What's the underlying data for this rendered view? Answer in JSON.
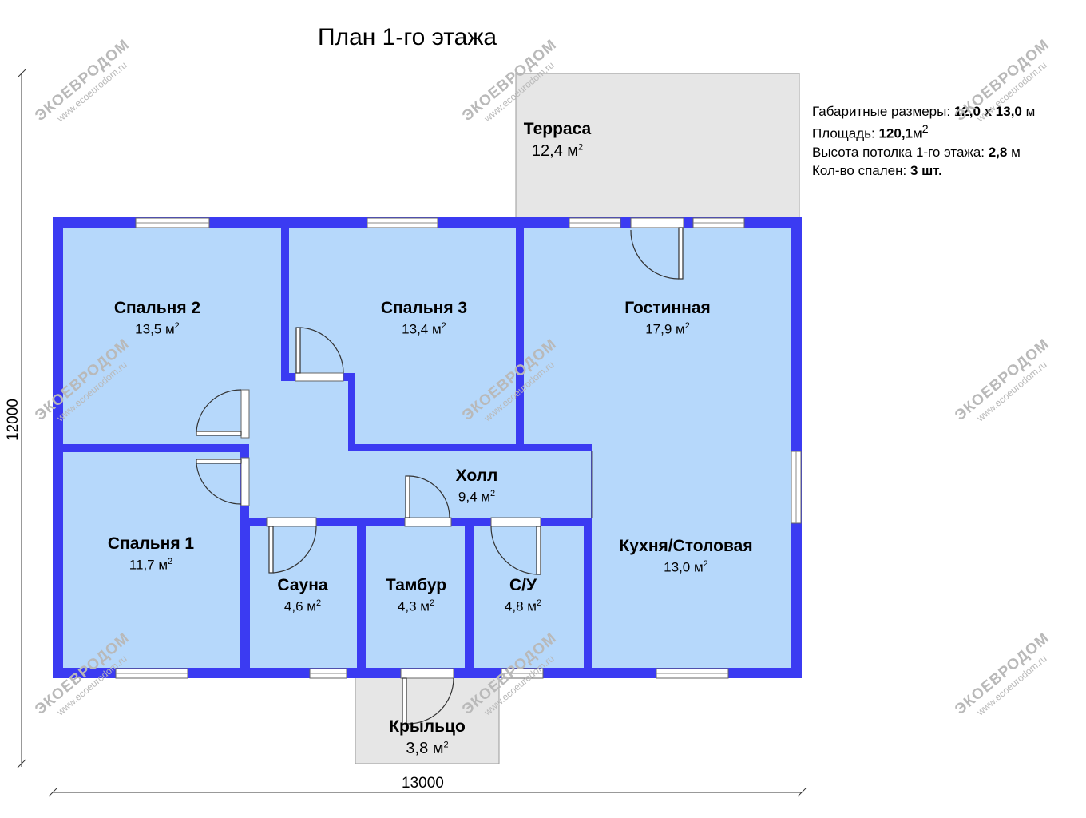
{
  "title": "План 1-го этажа",
  "info": {
    "size_label": "Габаритные размеры: ",
    "size_value": "12,0 х 13,0",
    "size_unit": " м",
    "area_label": "Площадь: ",
    "area_value": "120,1",
    "area_unit": "м",
    "height_label": "Высота потолка 1-го этажа: ",
    "height_value": "2,8",
    "height_unit": " м",
    "bedrooms_label": "Кол-во спален: ",
    "bedrooms_value": "3 шт."
  },
  "rooms": {
    "terrace": {
      "name": "Терраса",
      "area": "12,4  м"
    },
    "bedroom2": {
      "name": "Спальня 2",
      "area": "13,5 м"
    },
    "bedroom3": {
      "name": "Спальня 3",
      "area": "13,4 м"
    },
    "living": {
      "name": "Гостинная",
      "area": "17,9 м"
    },
    "hall": {
      "name": "Холл",
      "area": "9,4 м"
    },
    "bedroom1": {
      "name": "Спальня 1",
      "area": "11,7 м"
    },
    "kitchen": {
      "name": "Кухня/Столовая",
      "area": "13,0 м"
    },
    "sauna": {
      "name": "Сауна",
      "area": "4,6 м"
    },
    "vestibule": {
      "name": "Тамбур",
      "area": "4,3 м"
    },
    "wc": {
      "name": "С/У",
      "area": "4,8 м"
    },
    "porch": {
      "name": "Крыльцо",
      "area": "3,8  м"
    }
  },
  "area_sup": "2",
  "dimensions": {
    "width": "13000",
    "height": "12000"
  },
  "watermark": {
    "brand": "ЭКОЕВРОДОМ",
    "site": "www.ecoeurodom.ru"
  },
  "colors": {
    "wall": "#3b3bf2",
    "room": "#b6d8fb",
    "outdoor": "#e6e6e6",
    "door": "#333333"
  }
}
